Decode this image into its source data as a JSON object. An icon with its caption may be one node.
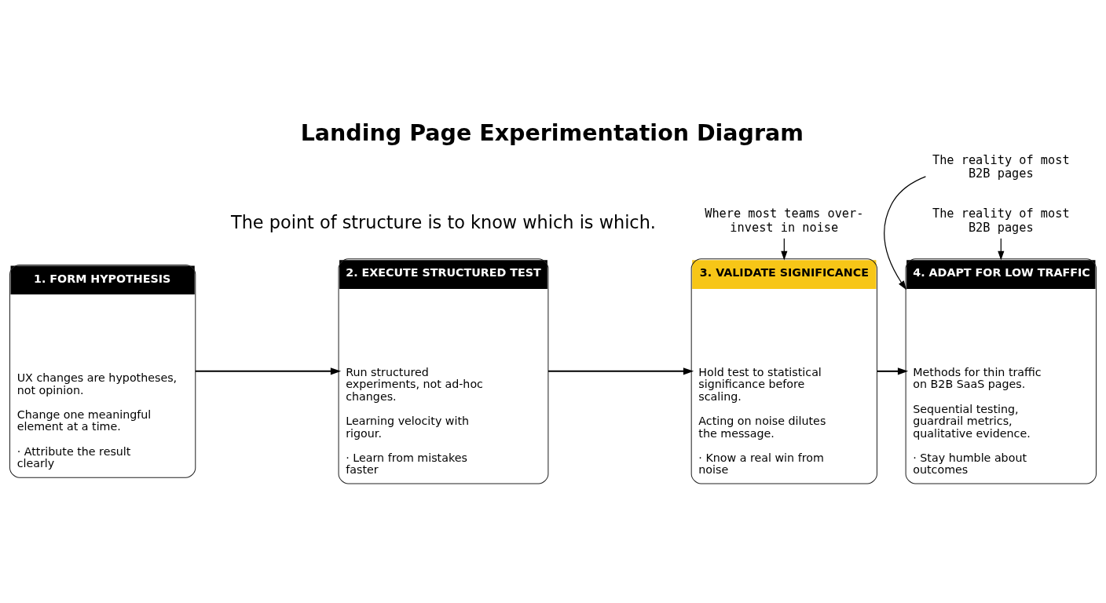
{
  "diagram": {
    "title": "Landing Page Experimentation Diagram",
    "caption": "The point of structure is to know which is which.",
    "nodes": [
      {
        "text": [
          "1. FORM HYPOTHESIS",
          "UX changes are hypotheses, not opinion.",
          "Change one meaningful element at a time.",
          "· Attribute the result clearly"
        ]
      },
      {
        "text": [
          "2. EXECUTE STRUCTURED TEST",
          "Run structured experiments, not ad-hoc changes.",
          "Learning velocity with rigour.",
          "· Learn from mistakes faster"
        ]
      },
      {
        "text": [
          "3. VALIDATE SIGNIFICANCE",
          "Hold test to statistical significance before scaling.",
          "Acting on noise dilutes the message.",
          "· Know a real win from noise"
        ]
      },
      {
        "text": [
          "4. ADAPT FOR LOW TRAFFIC",
          "Methods for thin traffic on B2B SaaS pages.",
          "Sequential testing, guardrail metrics, qualitative evidence.",
          "· Stay humble about outcomes"
        ]
      },
      {
        "text": [
          "Where most teams over-invest in noise"
        ]
      },
      {
        "text": [
          "The reality of most B2B pages"
        ]
      },
      {
        "text": [
          "The reality of most B2B pages"
        ]
      }
    ],
    "edges": [
      {
        "from": 0,
        "to": 1,
        "arrow": "to"
      },
      {
        "from": 1,
        "to": 2,
        "arrow": "to"
      },
      {
        "from": 2,
        "to": 3,
        "arrow": "to"
      },
      {
        "from": 4,
        "to": 2,
        "arrow": "to"
      },
      {
        "from": 5,
        "to": 3,
        "arrow": "to"
      },
      {
        "from": 6,
        "to": 3,
        "arrow": "to"
      }
    ]
  }
}
